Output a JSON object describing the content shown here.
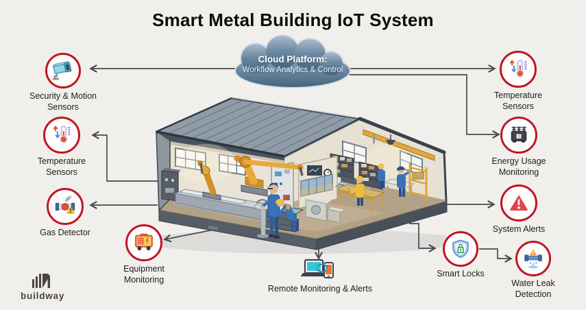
{
  "title": "Smart Metal Building IoT System",
  "cloud": {
    "line1": "Cloud Platform:",
    "line2": "Workflow Analytics & Control"
  },
  "nodes": {
    "security": {
      "label1": "Security & Motion",
      "label2": "Sensors",
      "icon": "security-camera-icon"
    },
    "temp_left": {
      "label1": "Temperature",
      "label2": "Sensors",
      "icon": "thermometer-icon"
    },
    "gas": {
      "label1": "Gas Detector",
      "icon": "gas-pipe-warning-icon"
    },
    "equipment": {
      "label1": "Equipment",
      "label2": "Monitoring",
      "icon": "generator-icon"
    },
    "temp_right": {
      "label1": "Temperature",
      "label2": "Sensors",
      "icon": "thermometer-icon"
    },
    "energy": {
      "label1": "Energy Usage",
      "label2": "Monitoring",
      "icon": "transformer-icon"
    },
    "alerts": {
      "label1": "System Alerts",
      "icon": "warning-triangle-icon"
    },
    "locks": {
      "label1": "Smart Locks",
      "icon": "shield-lock-icon"
    },
    "water": {
      "label1": "Water Leak",
      "label2": "Detection",
      "icon": "leaking-pipe-icon"
    },
    "remote": {
      "label1": "Remote Monitoring & Alerts",
      "icon": "laptop-phone-sync-icon"
    }
  },
  "logo": {
    "text": "buildway"
  },
  "colors": {
    "background": "#f0efec",
    "ring_red": "#c01423",
    "alert_red": "#e5404f",
    "line_gray": "#4a4a4a",
    "cloud_top": "#a3b8ca",
    "cloud_bottom": "#47667f",
    "roof_gray": "#8f9ca8",
    "wall_cream": "#eae4d6",
    "robot_orange": "#e8a93c"
  }
}
